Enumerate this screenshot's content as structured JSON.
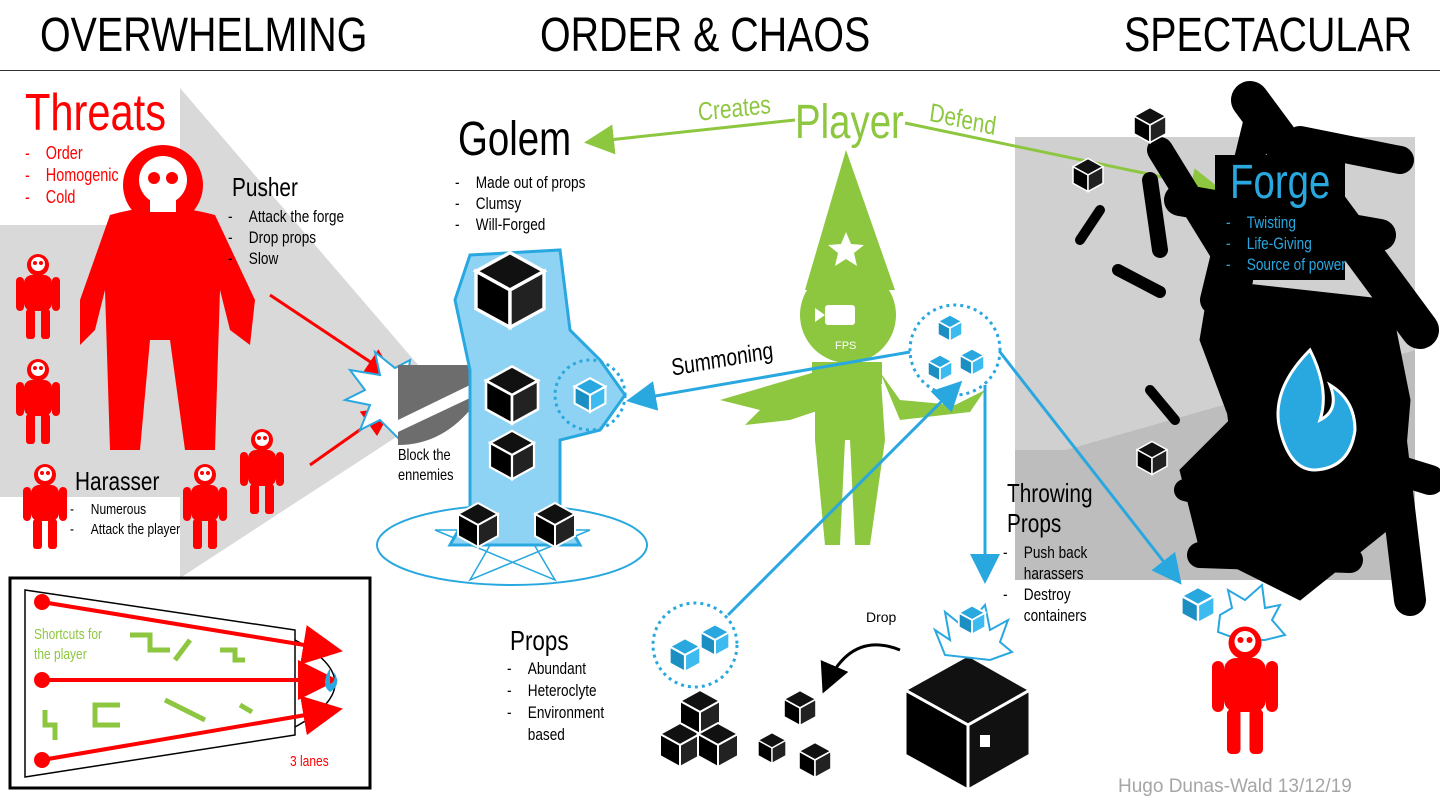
{
  "headers": {
    "left": "OVERWHELMING",
    "center": "ORDER & CHAOS",
    "right": "SPECTACULAR"
  },
  "threats": {
    "title": "Threats",
    "items": [
      "Order",
      "Homogenic",
      "Cold"
    ]
  },
  "pusher": {
    "title": "Pusher",
    "items": [
      "Attack the forge",
      "Drop props",
      "Slow"
    ]
  },
  "harasser": {
    "title": "Harasser",
    "items": [
      "Numerous",
      "Attack the player"
    ]
  },
  "block_label": [
    "Block the",
    "ennemies"
  ],
  "golem": {
    "title": "Golem",
    "items": [
      "Made out of props",
      "Clumsy",
      "Will-Forged"
    ]
  },
  "player": {
    "title": "Player",
    "creates": "Creates",
    "defend": "Defend",
    "fps_label": "FPS"
  },
  "summoning": "Summoning",
  "forge": {
    "title": "Forge",
    "items": [
      "Twisting",
      "Life-Giving",
      "Source of power"
    ]
  },
  "throwing": {
    "title": [
      "Throwing",
      "Props"
    ],
    "items": [
      [
        "Push back",
        "harassers"
      ],
      [
        "Destroy",
        "containers"
      ]
    ]
  },
  "props": {
    "title": "Props",
    "items": [
      "Abundant",
      "Heteroclyte",
      [
        "Environment",
        "based"
      ]
    ]
  },
  "drop_label": "Drop",
  "map": {
    "shortcuts": [
      "Shortcuts for",
      "the player"
    ],
    "lanes": "3 lanes"
  },
  "author": "Hugo Dunas-Wald 13/12/19",
  "colors": {
    "red": "#ff0000",
    "green": "#8dc63f",
    "blue": "#29a8e0",
    "light_blue": "#8fd3f4",
    "grey": "#d9d9d9"
  }
}
